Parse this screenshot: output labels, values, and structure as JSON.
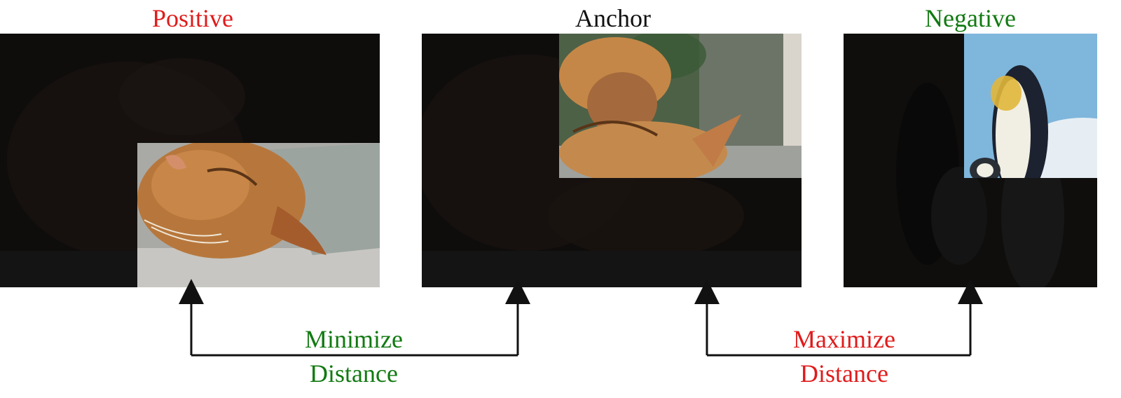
{
  "labels": {
    "positive": "Positive",
    "anchor": "Anchor",
    "negative": "Negative"
  },
  "arrows": {
    "left": {
      "line1": "Minimize",
      "line2": "Distance"
    },
    "right": {
      "line1": "Maximize",
      "line2": "Distance"
    }
  },
  "colors": {
    "red": "#e01b1b",
    "green": "#127a12",
    "black": "#111111",
    "masked": "#0e0c0b"
  },
  "images": {
    "positive": "cat-image",
    "anchor": "cat-image",
    "negative": "penguin-image"
  }
}
